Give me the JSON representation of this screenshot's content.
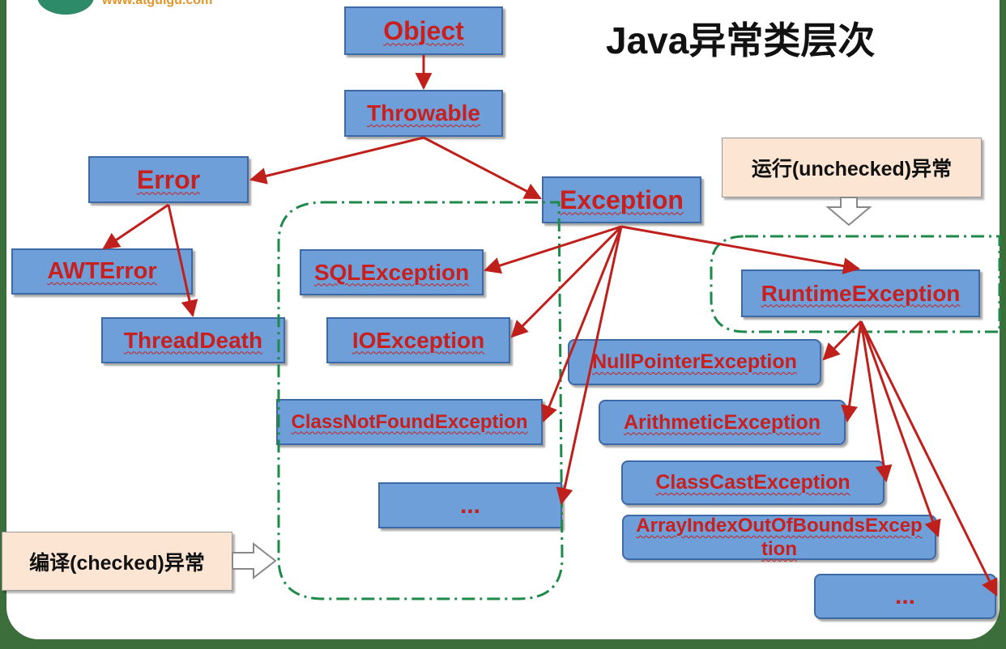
{
  "header": {
    "site_text": "www.atguigu.com",
    "title": "Java异常类层次"
  },
  "nodes": {
    "object": "Object",
    "throwable": "Throwable",
    "error": "Error",
    "exception": "Exception",
    "awterror": "AWTError",
    "threaddeath": "ThreadDeath",
    "sqlexception": "SQLException",
    "ioexception": "IOException",
    "classnotfound": "ClassNotFoundException",
    "checked_more": "...",
    "runtime": "RuntimeException",
    "nullpointer": "NullPointerException",
    "arithmetic": "ArithmeticException",
    "classcast": "ClassCastException",
    "arrayindex": "ArrayIndexOutOfBoundsException",
    "runtime_more": "..."
  },
  "callouts": {
    "unchecked": "运行(unchecked)异常",
    "checked": "编译(checked)异常"
  },
  "colors": {
    "box_fill": "#6f9fd8",
    "box_border": "#3d6aa6",
    "text": "#c8201e",
    "arrow": "#c0201c",
    "group_border": "#1e8a4a",
    "callout_fill": "#fce6d3"
  }
}
